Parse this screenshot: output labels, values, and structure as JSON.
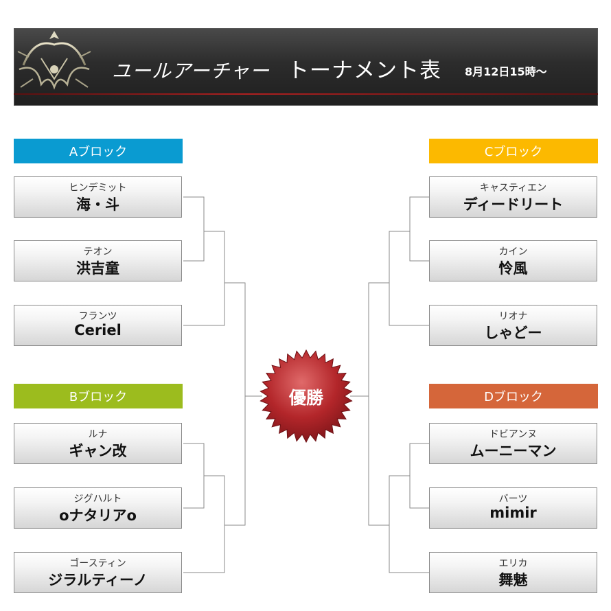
{
  "header": {
    "title_main": "ユールアーチャー",
    "title_sub": "トーナメント表",
    "date": "8月12日15時〜"
  },
  "colors": {
    "block_a": "#0a9bd1",
    "block_b": "#9cbc1e",
    "block_c": "#fcb900",
    "block_d": "#d5663a",
    "bracket_line": "#8a8a8a",
    "champion_red": "#b3262a"
  },
  "blocks": {
    "a": {
      "label": "Aブロック",
      "players": [
        {
          "reading": "ヒンデミット",
          "name": "海・斗"
        },
        {
          "reading": "テオン",
          "name": "洪吉童"
        },
        {
          "reading": "フランツ",
          "name": "Ceriel"
        }
      ]
    },
    "b": {
      "label": "Bブロック",
      "players": [
        {
          "reading": "ルナ",
          "name": "ギャン改"
        },
        {
          "reading": "ジグハルト",
          "name": "oナタリアo"
        },
        {
          "reading": "ゴースティン",
          "name": "ジラルティーノ"
        }
      ]
    },
    "c": {
      "label": "Cブロック",
      "players": [
        {
          "reading": "キャスティエン",
          "name": "ディードリート"
        },
        {
          "reading": "カイン",
          "name": "怜風"
        },
        {
          "reading": "リオナ",
          "name": "しゃどー"
        }
      ]
    },
    "d": {
      "label": "Dブロック",
      "players": [
        {
          "reading": "ドビアンヌ",
          "name": "ムーニーマン"
        },
        {
          "reading": "バーツ",
          "name": "mimir"
        },
        {
          "reading": "エリカ",
          "name": "舞魅"
        }
      ]
    }
  },
  "champion": {
    "label": "優勝"
  }
}
